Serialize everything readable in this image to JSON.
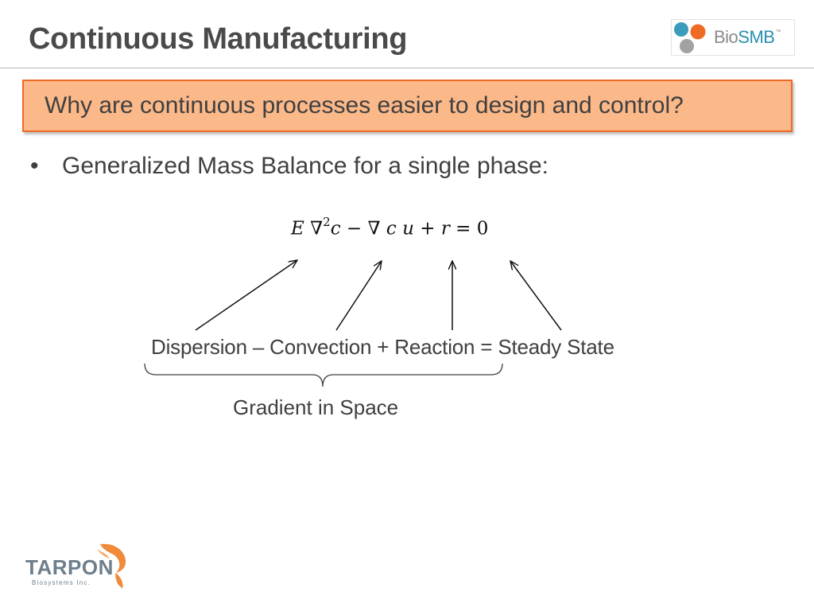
{
  "header": {
    "title": "Continuous Manufacturing"
  },
  "logos": {
    "biosmb": {
      "bio": "Bio",
      "smb": "SMB",
      "tm": "™"
    },
    "tarpon": {
      "name": "TARPON",
      "tagline": "Biosystems Inc."
    }
  },
  "question": "Why are continuous processes easier to design and control?",
  "bullet": {
    "symbol": "•",
    "text": "Generalized Mass Balance for a single phase:"
  },
  "equation": {
    "t1_coef": "E",
    "t1_op": "∇",
    "t1_exp": "2",
    "t1_var": "c",
    "minus": "−",
    "t2_op": "∇",
    "t2_c": "c",
    "t2_u": "u",
    "plus": "+",
    "t3_r": "r",
    "equals": "=",
    "rhs": "0"
  },
  "terms": {
    "dispersion": "Dispersion",
    "dash": "–",
    "convection": "Convection",
    "plus": "+",
    "reaction": "Reaction",
    "equals": "=",
    "steady_state": "Steady State"
  },
  "brace_label": "Gradient in Space",
  "colors": {
    "box_fill": "#fbb889",
    "box_border": "#ef6a24",
    "biosmb_blue": "#2a8fb0",
    "biosmb_orange": "#ef6a24",
    "biosmb_gray": "#9a9a9a",
    "tarpon_orange": "#f08a3c",
    "tarpon_gray": "#6e7f8c"
  }
}
